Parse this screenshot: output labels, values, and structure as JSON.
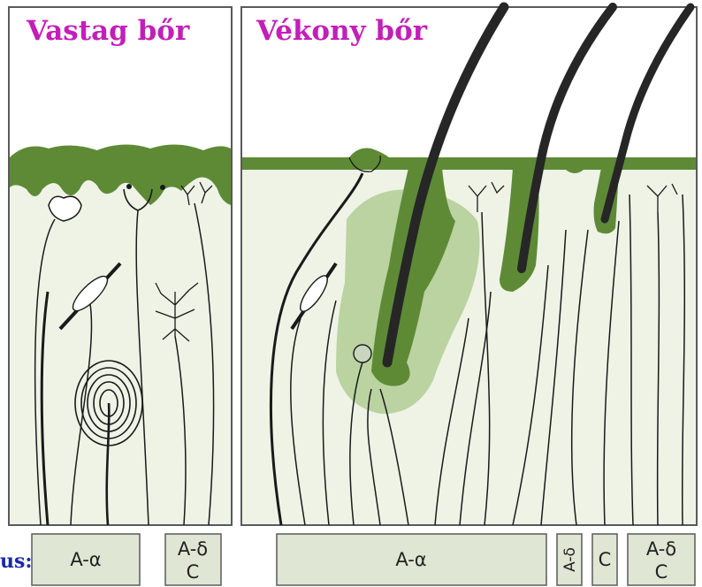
{
  "panels": {
    "thick_skin": {
      "title": "Vastag bőr"
    },
    "thin_skin": {
      "title": "Vékony bőr"
    }
  },
  "fiber_label_prefix": "us:",
  "fiber_groups": [
    {
      "line1": "A-α",
      "line2": ""
    },
    {
      "line1": "A-δ",
      "line2": "C"
    },
    {
      "line1": "A-α",
      "line2": ""
    },
    {
      "line1": "A-δ",
      "line2": ""
    },
    {
      "line1": "C",
      "line2": ""
    },
    {
      "line1": "A-δ",
      "line2": "C"
    }
  ],
  "colors": {
    "epidermis_green": "#5e8a36",
    "dermis_fill": "#eef3e6",
    "follicle_halo": "#a8c88a",
    "hair_shaft": "#262626",
    "nerve_line": "#1a1a1a",
    "title_magenta": "#c21fb8",
    "prefix_blue": "#1a2aa8"
  }
}
